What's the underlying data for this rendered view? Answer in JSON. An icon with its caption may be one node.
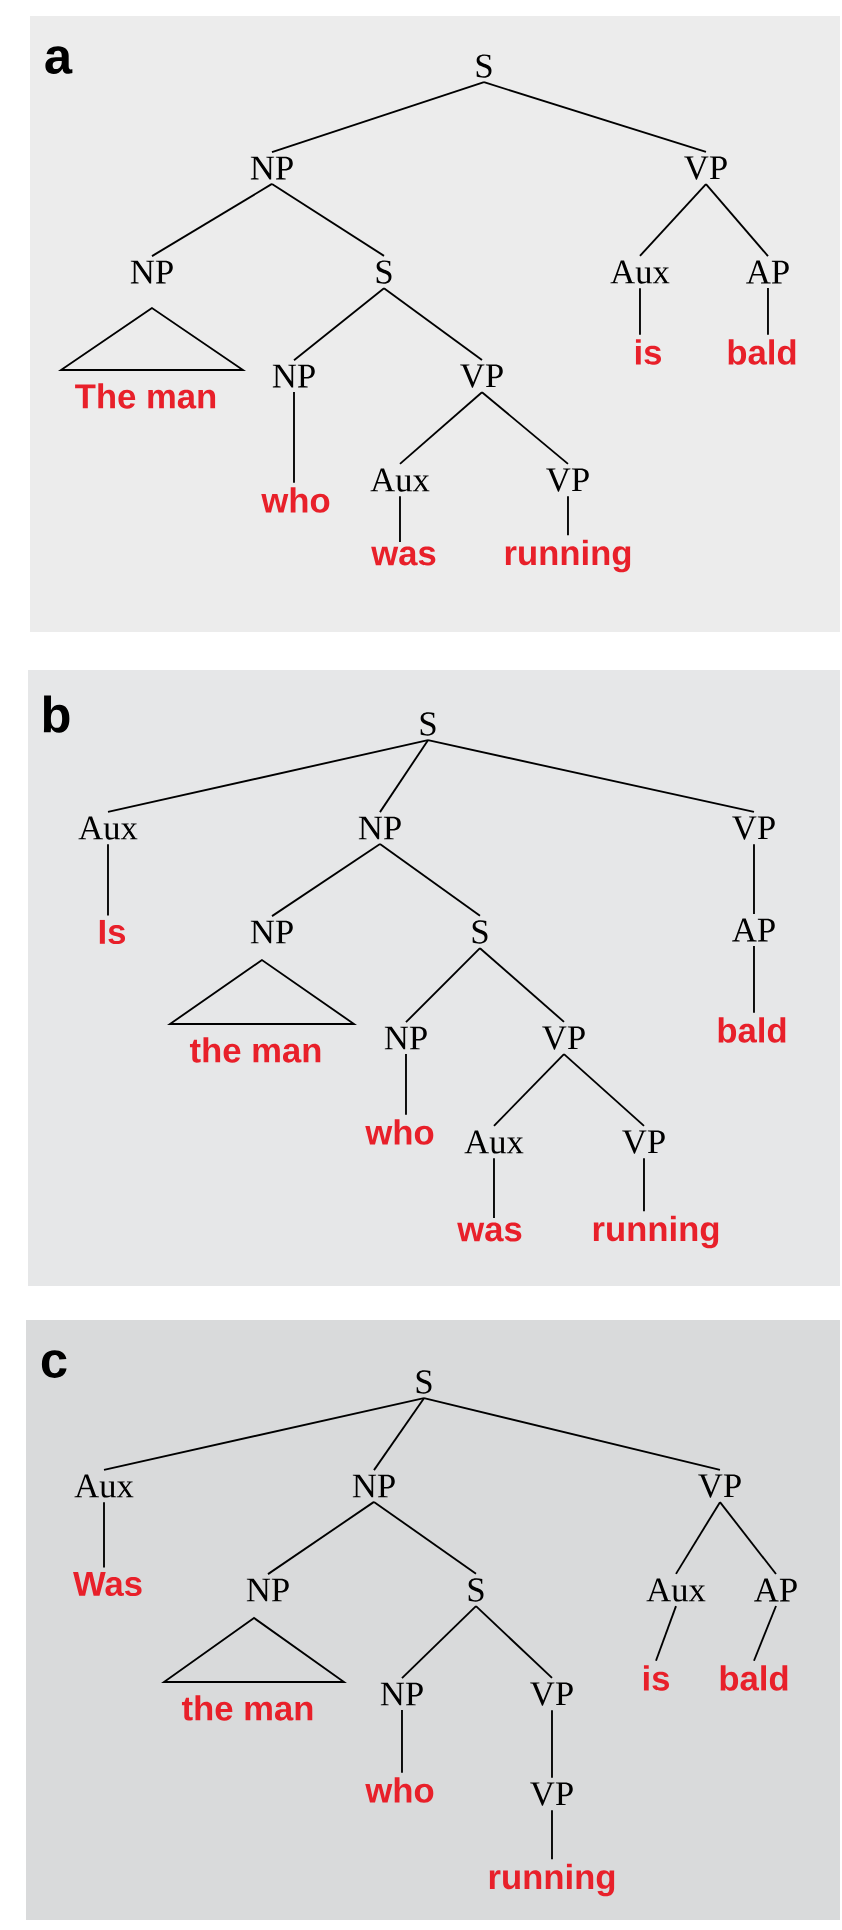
{
  "diagram": {
    "nodes": [
      {
        "text": [
          "a"
        ]
      },
      {
        "text": [
          "S"
        ],
        "in": 0
      },
      {
        "text": [
          "NP"
        ],
        "in": 0
      },
      {
        "text": [
          "VP"
        ],
        "in": 0
      },
      {
        "text": [
          "NP"
        ],
        "in": 0
      },
      {
        "text": [
          "S"
        ],
        "in": 0
      },
      {
        "text": [
          "Aux"
        ],
        "in": 0
      },
      {
        "text": [
          "AP"
        ],
        "in": 0
      },
      {
        "text": [],
        "shape": "triangle",
        "beside": [
          "The man"
        ],
        "in": 0
      },
      {
        "text": [
          "NP"
        ],
        "in": 0
      },
      {
        "text": [
          "VP"
        ],
        "in": 0
      },
      {
        "text": [
          "is"
        ],
        "in": 0
      },
      {
        "text": [
          "bald"
        ],
        "in": 0
      },
      {
        "text": [
          "who"
        ],
        "in": 0
      },
      {
        "text": [
          "Aux"
        ],
        "in": 0
      },
      {
        "text": [
          "VP"
        ],
        "in": 0
      },
      {
        "text": [
          "was"
        ],
        "in": 0
      },
      {
        "text": [
          "running"
        ],
        "in": 0
      },
      {
        "text": [
          "b"
        ]
      },
      {
        "text": [
          "S"
        ],
        "in": 18
      },
      {
        "text": [
          "Aux"
        ],
        "in": 18
      },
      {
        "text": [
          "NP"
        ],
        "in": 18
      },
      {
        "text": [
          "VP"
        ],
        "in": 18
      },
      {
        "text": [
          "Is"
        ],
        "in": 18
      },
      {
        "text": [
          "NP"
        ],
        "in": 18
      },
      {
        "text": [
          "S"
        ],
        "in": 18
      },
      {
        "text": [
          "AP"
        ],
        "in": 18
      },
      {
        "text": [],
        "shape": "triangle",
        "beside": [
          "the man"
        ],
        "in": 18
      },
      {
        "text": [
          "NP"
        ],
        "in": 18
      },
      {
        "text": [
          "VP"
        ],
        "in": 18
      },
      {
        "text": [
          "bald"
        ],
        "in": 18
      },
      {
        "text": [
          "who"
        ],
        "in": 18
      },
      {
        "text": [
          "Aux"
        ],
        "in": 18
      },
      {
        "text": [
          "VP"
        ],
        "in": 18
      },
      {
        "text": [
          "was"
        ],
        "in": 18
      },
      {
        "text": [
          "running"
        ],
        "in": 18
      },
      {
        "text": [
          "c"
        ]
      },
      {
        "text": [
          "S"
        ],
        "in": 36
      },
      {
        "text": [
          "Aux"
        ],
        "in": 36
      },
      {
        "text": [
          "NP"
        ],
        "in": 36
      },
      {
        "text": [
          "VP"
        ],
        "in": 36
      },
      {
        "text": [
          "Was"
        ],
        "in": 36
      },
      {
        "text": [
          "NP"
        ],
        "in": 36
      },
      {
        "text": [
          "S"
        ],
        "in": 36
      },
      {
        "text": [
          "Aux"
        ],
        "in": 36
      },
      {
        "text": [
          "AP"
        ],
        "in": 36
      },
      {
        "text": [],
        "shape": "triangle",
        "beside": [
          "the man"
        ],
        "in": 36
      },
      {
        "text": [
          "NP"
        ],
        "in": 36
      },
      {
        "text": [
          "VP"
        ],
        "in": 36
      },
      {
        "text": [
          "is"
        ],
        "in": 36
      },
      {
        "text": [
          "bald"
        ],
        "in": 36
      },
      {
        "text": [
          "who"
        ],
        "in": 36
      },
      {
        "text": [
          "VP"
        ],
        "in": 36
      },
      {
        "text": [
          "running"
        ],
        "in": 36
      }
    ],
    "edges": [
      {
        "from": 1,
        "to": 2,
        "arrow": "none"
      },
      {
        "from": 1,
        "to": 3,
        "arrow": "none"
      },
      {
        "from": 2,
        "to": 4,
        "arrow": "none"
      },
      {
        "from": 2,
        "to": 5,
        "arrow": "none"
      },
      {
        "from": 3,
        "to": 6,
        "arrow": "none"
      },
      {
        "from": 3,
        "to": 7,
        "arrow": "none"
      },
      {
        "from": 5,
        "to": 9,
        "arrow": "none"
      },
      {
        "from": 5,
        "to": 10,
        "arrow": "none"
      },
      {
        "from": 6,
        "to": 11,
        "arrow": "none"
      },
      {
        "from": 7,
        "to": 12,
        "arrow": "none"
      },
      {
        "from": 9,
        "to": 13,
        "arrow": "none"
      },
      {
        "from": 10,
        "to": 14,
        "arrow": "none"
      },
      {
        "from": 10,
        "to": 15,
        "arrow": "none"
      },
      {
        "from": 14,
        "to": 16,
        "arrow": "none"
      },
      {
        "from": 15,
        "to": 17,
        "arrow": "none"
      },
      {
        "from": 19,
        "to": 20,
        "arrow": "none"
      },
      {
        "from": 19,
        "to": 21,
        "arrow": "none"
      },
      {
        "from": 19,
        "to": 22,
        "arrow": "none"
      },
      {
        "from": 20,
        "to": 23,
        "arrow": "none"
      },
      {
        "from": 21,
        "to": 24,
        "arrow": "none"
      },
      {
        "from": 21,
        "to": 25,
        "arrow": "none"
      },
      {
        "from": 22,
        "to": 26,
        "arrow": "none"
      },
      {
        "from": 25,
        "to": 28,
        "arrow": "none"
      },
      {
        "from": 25,
        "to": 29,
        "arrow": "none"
      },
      {
        "from": 26,
        "to": 30,
        "arrow": "none"
      },
      {
        "from": 28,
        "to": 31,
        "arrow": "none"
      },
      {
        "from": 29,
        "to": 32,
        "arrow": "none"
      },
      {
        "from": 29,
        "to": 33,
        "arrow": "none"
      },
      {
        "from": 32,
        "to": 34,
        "arrow": "none"
      },
      {
        "from": 33,
        "to": 35,
        "arrow": "none"
      },
      {
        "from": 37,
        "to": 38,
        "arrow": "none"
      },
      {
        "from": 37,
        "to": 39,
        "arrow": "none"
      },
      {
        "from": 37,
        "to": 40,
        "arrow": "none"
      },
      {
        "from": 38,
        "to": 41,
        "arrow": "none"
      },
      {
        "from": 39,
        "to": 42,
        "arrow": "none"
      },
      {
        "from": 39,
        "to": 43,
        "arrow": "none"
      },
      {
        "from": 40,
        "to": 44,
        "arrow": "none"
      },
      {
        "from": 40,
        "to": 45,
        "arrow": "none"
      },
      {
        "from": 43,
        "to": 47,
        "arrow": "none"
      },
      {
        "from": 43,
        "to": 48,
        "arrow": "none"
      },
      {
        "from": 44,
        "to": 49,
        "arrow": "none"
      },
      {
        "from": 45,
        "to": 50,
        "arrow": "none"
      },
      {
        "from": 47,
        "to": 51,
        "arrow": "none"
      },
      {
        "from": 48,
        "to": 52,
        "arrow": "none"
      },
      {
        "from": 52,
        "to": 53,
        "arrow": "none"
      }
    ]
  }
}
